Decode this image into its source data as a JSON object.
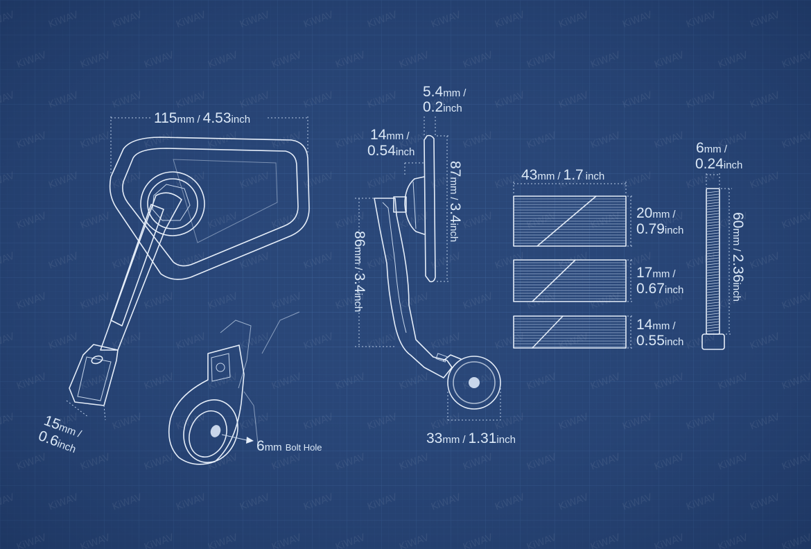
{
  "watermark": "KiWAV",
  "colors": {
    "background": "#2a4778",
    "grid": "#3a5a8c",
    "line": "#e6eef9",
    "text": "#dce9f7"
  },
  "dimensions": {
    "mirror_width": {
      "value": "115",
      "unit": "mm",
      "sep": "/",
      "value2": "4.53",
      "unit2": "inch"
    },
    "clamp_width": {
      "value": "15",
      "unit": "mm",
      "sep": "/",
      "value2": "0.6",
      "unit2": "inch"
    },
    "bolt_hole": {
      "value": "6",
      "unit": "mm",
      "label": "Bolt Hole"
    },
    "glass_thick": {
      "value": "5.4",
      "unit": "mm",
      "sep": "/",
      "value2": "0.2",
      "unit2": "inch"
    },
    "head_depth": {
      "value": "14",
      "unit": "mm",
      "sep": "/",
      "value2": "0.54",
      "unit2": "inch"
    },
    "glass_height": {
      "value": "87",
      "unit": "mm",
      "sep": "/",
      "value2": "3.4",
      "unit2": "inch"
    },
    "arm_height": {
      "value": "86",
      "unit": "mm",
      "sep": "/",
      "value2": "3.4",
      "unit2": "inch"
    },
    "clamp_diam": {
      "value": "33",
      "unit": "mm",
      "sep": "/",
      "value2": "1.31",
      "unit2": "inch"
    },
    "shim_width": {
      "value": "43",
      "unit": "mm",
      "sep": "/",
      "value2": "1.7",
      "unit2": "inch"
    },
    "shim1": {
      "value": "20",
      "unit": "mm",
      "sep": "/",
      "value2": "0.79",
      "unit2": "inch"
    },
    "shim2": {
      "value": "17",
      "unit": "mm",
      "sep": "/",
      "value2": "0.67",
      "unit2": "inch"
    },
    "shim3": {
      "value": "14",
      "unit": "mm",
      "sep": "/",
      "value2": "0.55",
      "unit2": "inch"
    },
    "bolt_diam": {
      "value": "6",
      "unit": "mm",
      "sep": "/",
      "value2": "0.24",
      "unit2": "inch"
    },
    "bolt_length": {
      "value": "60",
      "unit": "mm",
      "sep": "/",
      "value2": "2.36",
      "unit2": "inch"
    }
  }
}
